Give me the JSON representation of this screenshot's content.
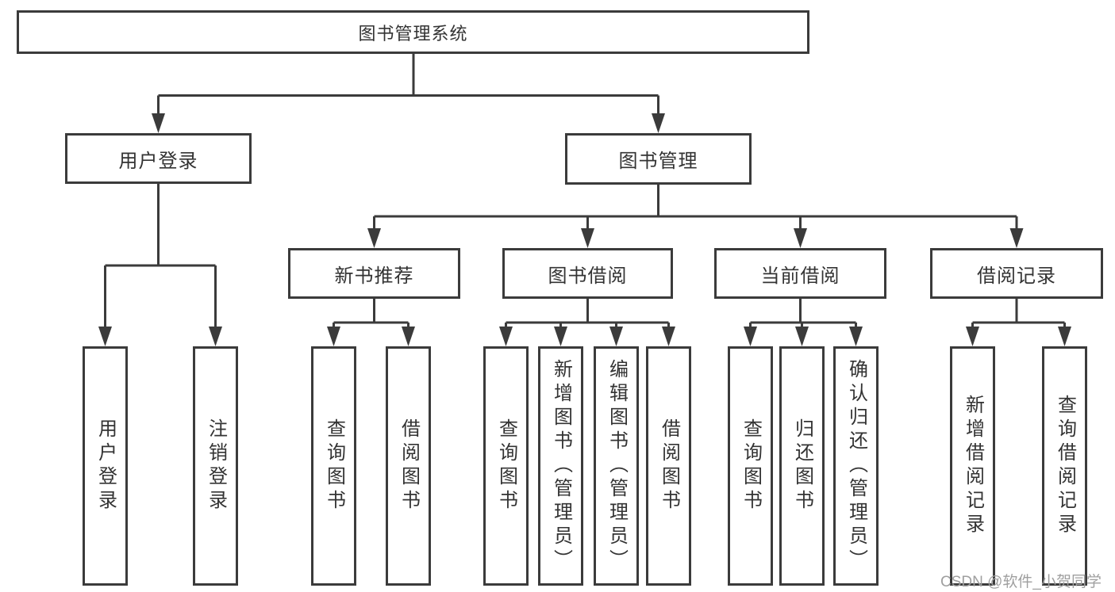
{
  "tree": {
    "root": {
      "label": "图书管理系统"
    },
    "level2": [
      {
        "label": "用户登录",
        "children": [
          {
            "label": "用户登录"
          },
          {
            "label": "注销登录"
          }
        ]
      },
      {
        "label": "图书管理",
        "sections": [
          {
            "label": "新书推荐",
            "children": [
              {
                "label": "查询图书"
              },
              {
                "label": "借阅图书"
              }
            ]
          },
          {
            "label": "图书借阅",
            "children": [
              {
                "label": "查询图书"
              },
              {
                "label": "新增图书（管理员）"
              },
              {
                "label": "编辑图书（管理员）"
              },
              {
                "label": "借阅图书"
              }
            ]
          },
          {
            "label": "当前借阅",
            "children": [
              {
                "label": "查询图书"
              },
              {
                "label": "归还图书"
              },
              {
                "label": "确认归还（管理员）"
              }
            ]
          },
          {
            "label": "借阅记录",
            "children": [
              {
                "label": "新增借阅记录"
              },
              {
                "label": "查询借阅记录"
              }
            ]
          }
        ]
      }
    ]
  },
  "watermark": {
    "text": "CSDN @软件_小贺同学"
  },
  "colors": {
    "line": "#3b3b3b",
    "box_border": "#3b3b3b",
    "text": "#333333",
    "watermark": "#9f9f9f",
    "background": "#ffffff"
  }
}
